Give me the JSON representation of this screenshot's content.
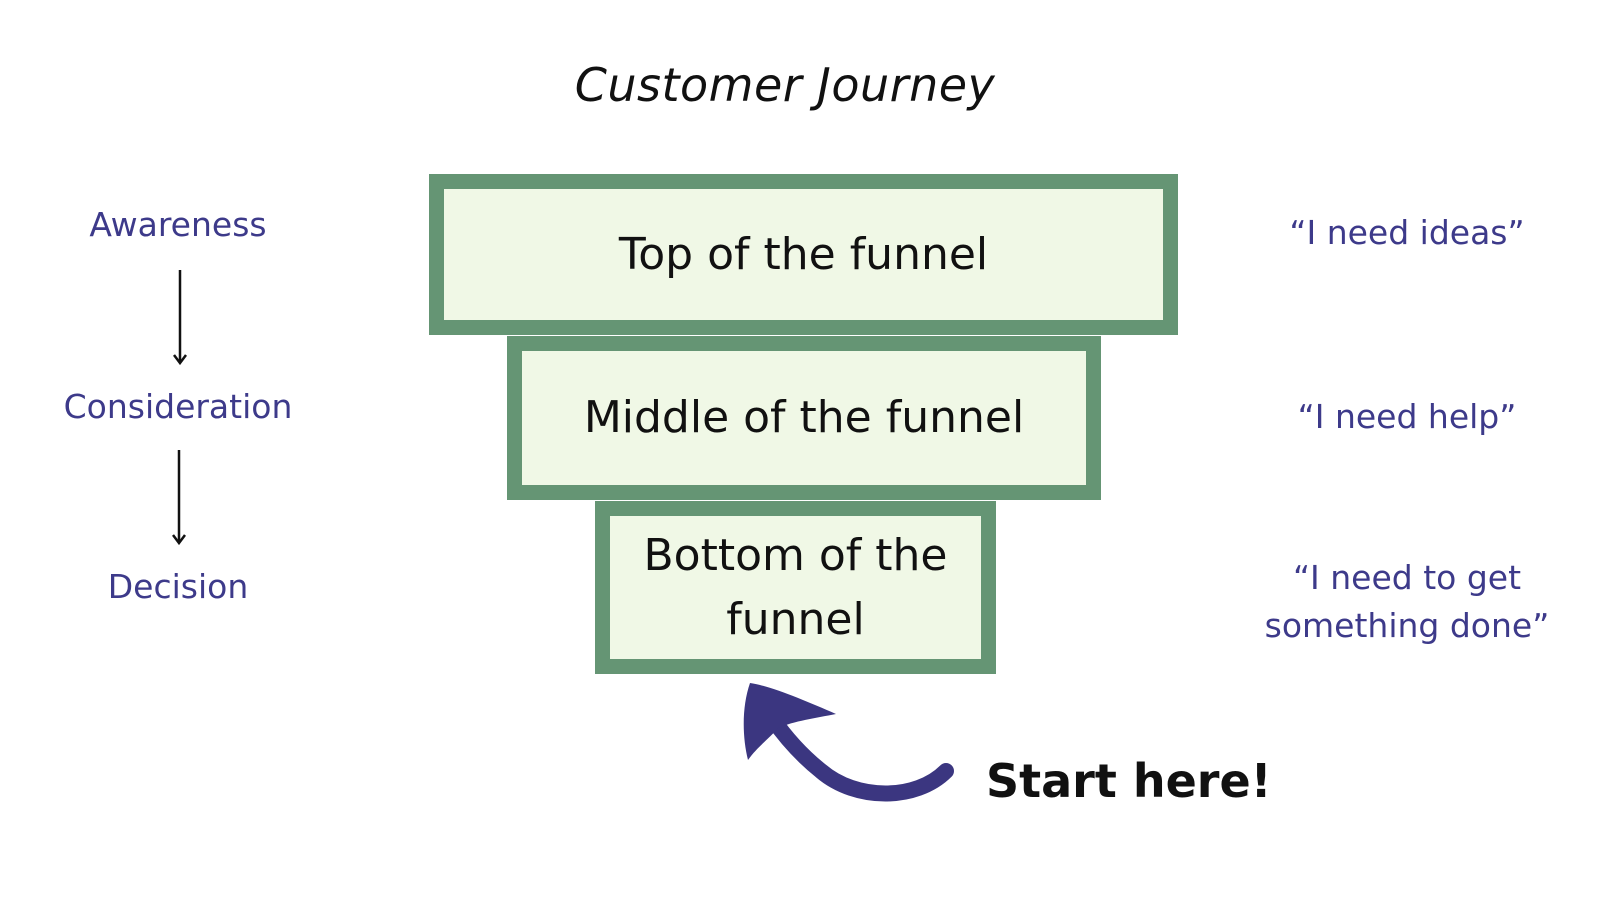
{
  "title": "Customer Journey",
  "stages": {
    "awareness": "Awareness",
    "consideration": "Consideration",
    "decision": "Decision"
  },
  "funnel": {
    "top": "Top of the funnel",
    "middle": "Middle of the funnel",
    "bottom_line1": "Bottom of the",
    "bottom_line2": "funnel"
  },
  "quotes": {
    "top": "“I need ideas”",
    "middle": "“I need help”",
    "bottom_line1": "“I need to get",
    "bottom_line2": "something done”"
  },
  "callout": "Start here!",
  "colors": {
    "funnel_border": "#659574",
    "funnel_fill": "#f0f8e6",
    "accent_text": "#3d3a8a",
    "arrow": "#3b3680"
  }
}
